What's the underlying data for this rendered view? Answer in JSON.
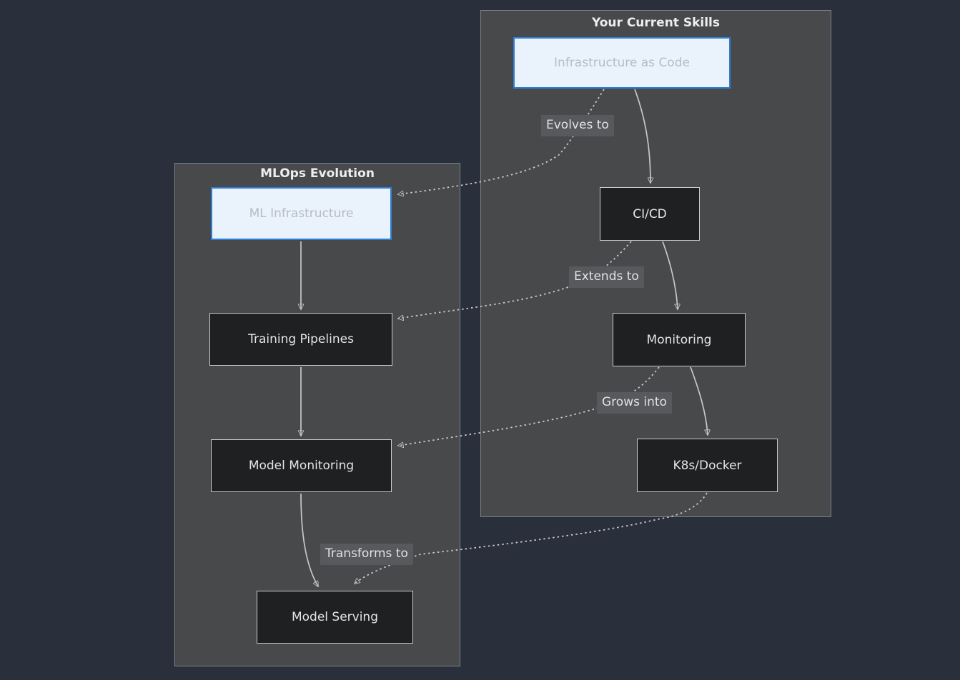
{
  "diagram_type": "flowchart",
  "clusters": {
    "skills": {
      "title": "Your Current Skills"
    },
    "mlops": {
      "title": "MLOps Evolution"
    }
  },
  "nodes": {
    "iac": {
      "label": "Infrastructure as Code",
      "highlighted": true,
      "cluster": "skills"
    },
    "cicd": {
      "label": "CI/CD",
      "highlighted": false,
      "cluster": "skills"
    },
    "monitoring": {
      "label": "Monitoring",
      "highlighted": false,
      "cluster": "skills"
    },
    "k8s": {
      "label": "K8s/Docker",
      "highlighted": false,
      "cluster": "skills"
    },
    "ml_infra": {
      "label": "ML Infrastructure",
      "highlighted": true,
      "cluster": "mlops"
    },
    "training": {
      "label": "Training Pipelines",
      "highlighted": false,
      "cluster": "mlops"
    },
    "model_monitoring": {
      "label": "Model Monitoring",
      "highlighted": false,
      "cluster": "mlops"
    },
    "model_serving": {
      "label": "Model Serving",
      "highlighted": false,
      "cluster": "mlops"
    }
  },
  "edges": {
    "solid": [
      {
        "from": "iac",
        "to": "cicd"
      },
      {
        "from": "cicd",
        "to": "monitoring"
      },
      {
        "from": "monitoring",
        "to": "k8s"
      },
      {
        "from": "ml_infra",
        "to": "training"
      },
      {
        "from": "training",
        "to": "model_monitoring"
      },
      {
        "from": "model_monitoring",
        "to": "model_serving"
      }
    ],
    "dotted": [
      {
        "from": "iac",
        "to": "ml_infra",
        "label": "Evolves to"
      },
      {
        "from": "cicd",
        "to": "training",
        "label": "Extends to"
      },
      {
        "from": "monitoring",
        "to": "model_monitoring",
        "label": "Grows into"
      },
      {
        "from": "k8s",
        "to": "model_serving",
        "label": "Transforms to"
      }
    ]
  },
  "colors": {
    "bg": "#2a2f3c",
    "cluster-fill": "#48494b",
    "cluster-border": "#7e8287",
    "node-fill": "#1f2021",
    "node-border": "#cacbcc",
    "node-text": "#e3e5e6",
    "highlight-fill": "#eaf2fc",
    "highlight-border": "#2e7ed8",
    "highlight-text": "#b6bcc3",
    "edge": "#c6c8c9",
    "label-bg": "#58595c",
    "label-text": "#dfe1e2",
    "title-text": "#eceeef"
  }
}
